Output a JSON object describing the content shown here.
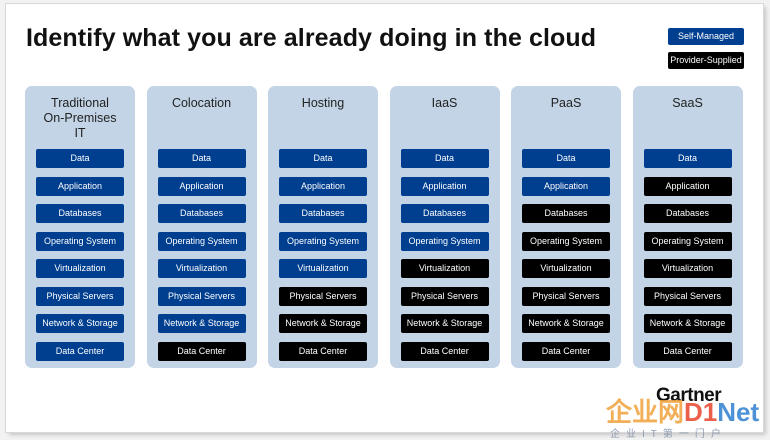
{
  "title": "Identify what you are already doing in the cloud",
  "legend": {
    "self_managed": "Self-Managed",
    "provider_supplied": "Provider-Supplied"
  },
  "colors": {
    "self_managed": "#003f8f",
    "provider_supplied": "#000000",
    "column_bg": "#c2d4e6"
  },
  "layers": [
    "Data",
    "Application",
    "Databases",
    "Operating System",
    "Virtualization",
    "Physical Servers",
    "Network & Storage",
    "Data Center"
  ],
  "columns": [
    {
      "title": "Traditional On-Premises IT",
      "provider_supplied_from": 8
    },
    {
      "title": "Colocation",
      "provider_supplied_from": 7
    },
    {
      "title": "Hosting",
      "provider_supplied_from": 5
    },
    {
      "title": "IaaS",
      "provider_supplied_from": 4
    },
    {
      "title": "PaaS",
      "provider_supplied_from": 2
    },
    {
      "title": "SaaS",
      "provider_supplied_from": 1
    }
  ],
  "logo": "Gartner",
  "watermark": {
    "main_cn": "企业网",
    "main_d1": "D1",
    "main_net": "Net",
    "sub": "企业IT第一门户"
  }
}
